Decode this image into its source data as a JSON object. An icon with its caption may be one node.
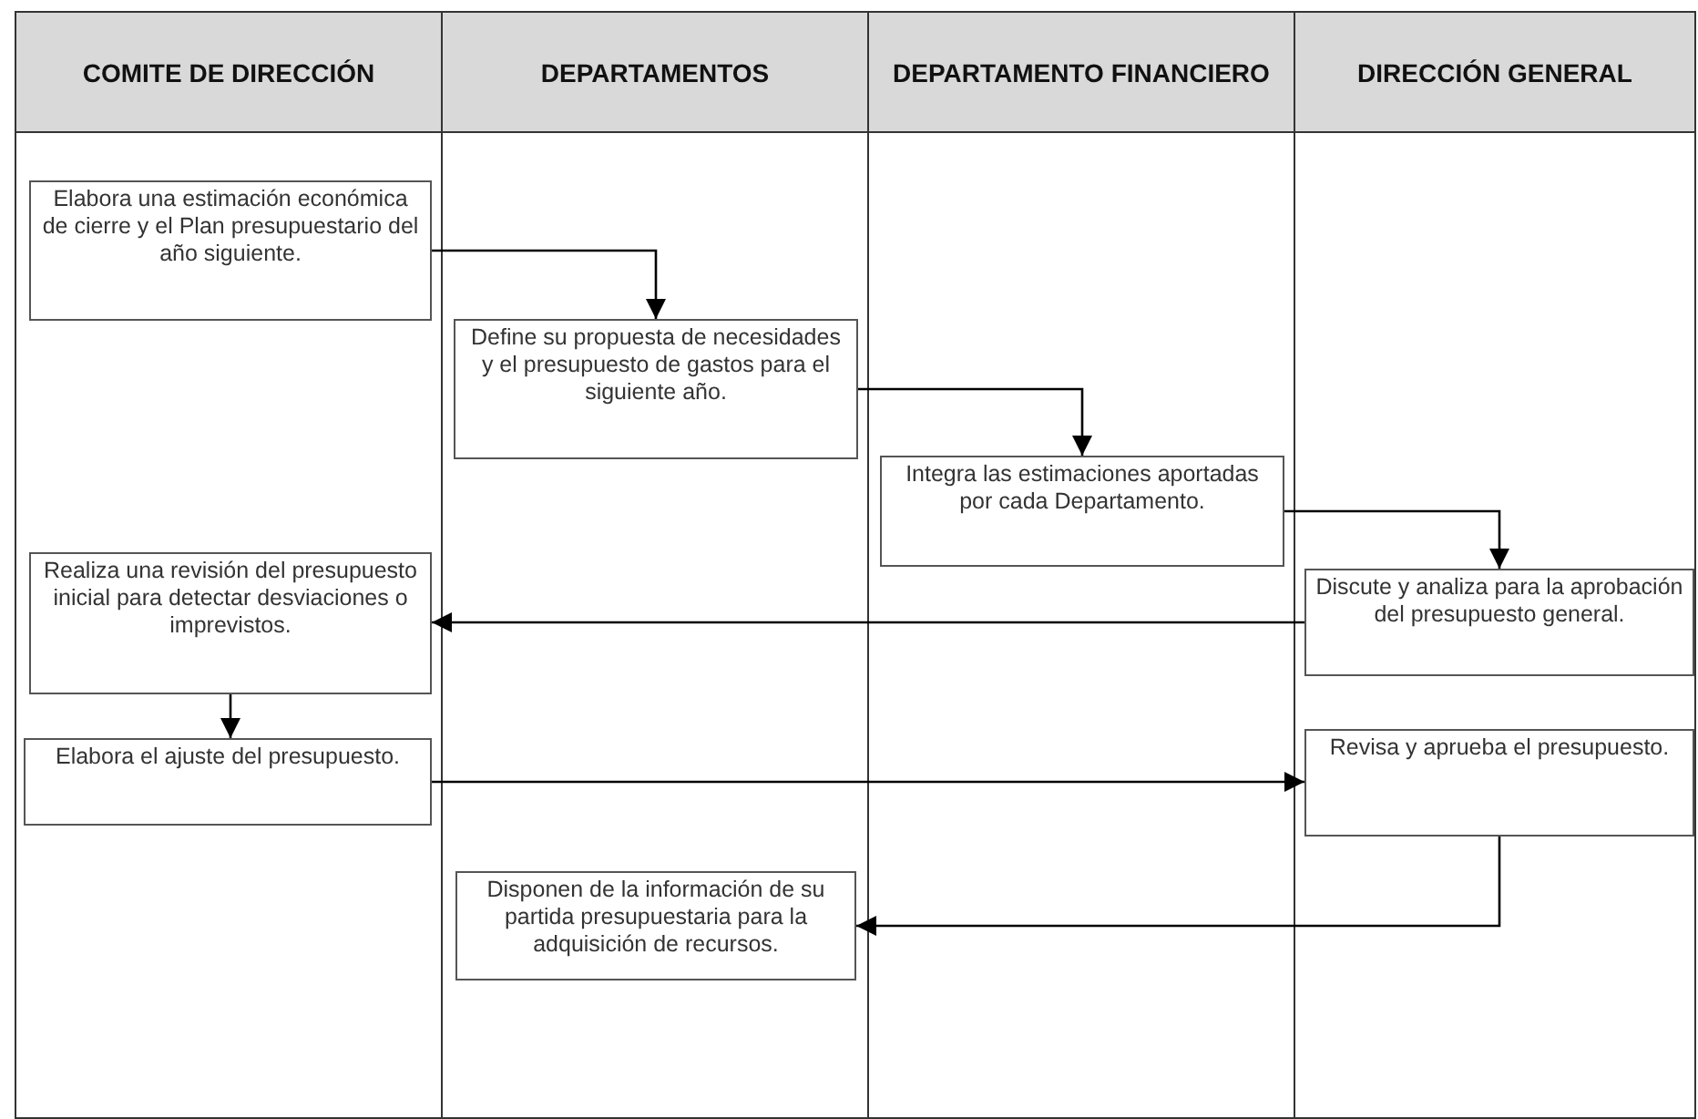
{
  "diagram": {
    "nodes": [
      {
        "text": [
          "COMITE DE DIRECCIÓN"
        ]
      },
      {
        "text": [
          "DEPARTAMENTOS"
        ]
      },
      {
        "text": [
          "DEPARTAMENTO FINANCIERO"
        ]
      },
      {
        "text": [
          "DIRECCIÓN GENERAL"
        ]
      },
      {
        "text": [
          "Elabora una estimación económica de cierre y el Plan presupuestario del año siguiente."
        ],
        "in": 0
      },
      {
        "text": [
          "Define su propuesta de necesidades y el presupuesto de gastos para el siguiente año."
        ],
        "in": 1
      },
      {
        "text": [
          "Integra las estimaciones aportadas por cada Departamento."
        ],
        "in": 2
      },
      {
        "text": [
          "Realiza una revisión del presupuesto inicial para detectar desviaciones o imprevistos."
        ],
        "in": 0
      },
      {
        "text": [
          "Elabora el ajuste del presupuesto."
        ],
        "in": 0
      },
      {
        "text": [
          "Discute y analiza para la aprobación del presupuesto general."
        ],
        "in": 3
      },
      {
        "text": [
          "Revisa y aprueba el presupuesto."
        ],
        "in": 3
      },
      {
        "text": [
          "Disponen de la información de su partida presupuestaria para la adquisición de recursos."
        ],
        "in": 1
      }
    ],
    "edges": [
      {
        "from": 4,
        "to": 5,
        "arrow": "to"
      },
      {
        "from": 5,
        "to": 6,
        "arrow": "to"
      },
      {
        "from": 6,
        "to": 9,
        "arrow": "to"
      },
      {
        "from": 9,
        "to": 7,
        "arrow": "to"
      },
      {
        "from": 7,
        "to": 8,
        "arrow": "to"
      },
      {
        "from": 8,
        "to": 10,
        "arrow": "to"
      },
      {
        "from": 10,
        "to": 11,
        "arrow": "to"
      }
    ]
  }
}
